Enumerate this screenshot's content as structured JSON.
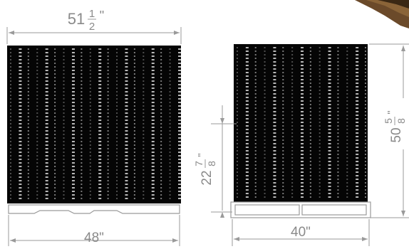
{
  "dimensions": {
    "top_width": {
      "whole": "51",
      "num": "1",
      "den": "2",
      "suffix": "\""
    },
    "bottom_left": {
      "text": "48\""
    },
    "middle_height": {
      "whole": "22",
      "num": "7",
      "den": "8",
      "suffix": "\""
    },
    "bottom_right": {
      "text": "40\""
    },
    "right_height": {
      "whole": "50",
      "num": "5",
      "den": "8",
      "suffix": "\""
    }
  },
  "colors": {
    "stack_fill": "#050505",
    "stripe": "#d8d8d8",
    "dimension": "#9a9a9a",
    "pallet_brown": "#7a5a34"
  }
}
